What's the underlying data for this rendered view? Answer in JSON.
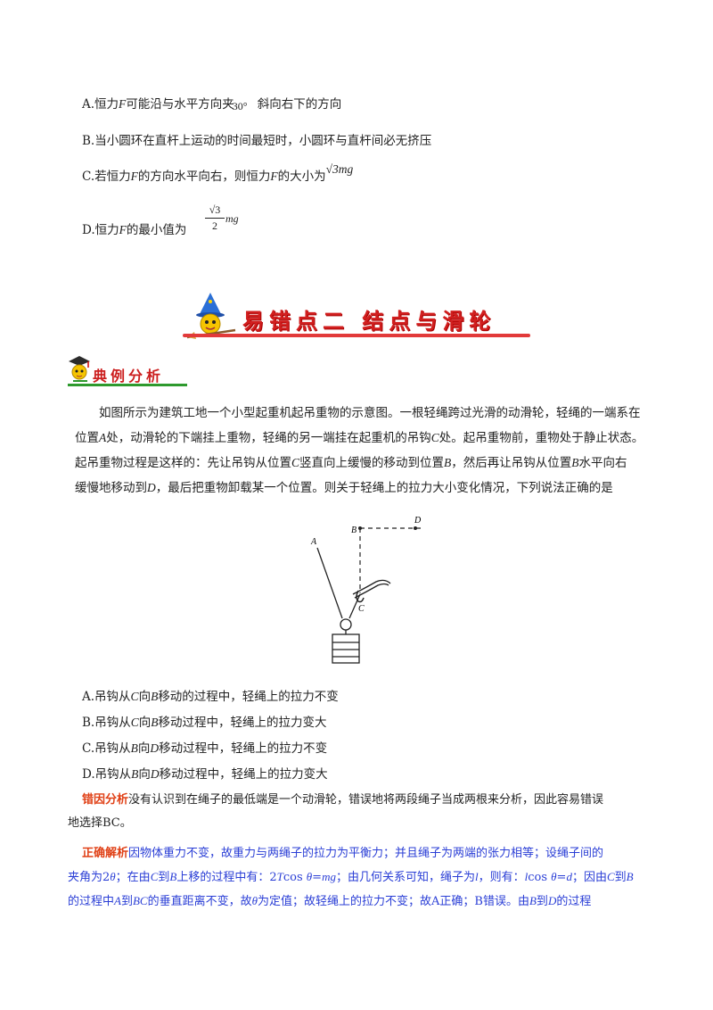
{
  "options_top": [
    {
      "letter": "A.",
      "before": "恒力",
      "var": "F",
      "after": "可能沿与水平方向夹",
      "sup": "30°",
      "after2": "斜向右下的方向"
    },
    {
      "letter": "B.",
      "text": "当小圆环在直杆上运动的时间最短时，小圆环与直杆间必无挤压"
    },
    {
      "letter": "C.",
      "before": "若恒力",
      "var": "F",
      "mid": "的方向水平向右，则恒力",
      "var2": "F",
      "after": "的大小为",
      "formula": "√3mg"
    },
    {
      "letter": "D.",
      "before": "恒力",
      "var": "F",
      "after": "的最小值为",
      "frac_num": "√3",
      "frac_den": "2",
      "frac_tail": "mg"
    }
  ],
  "section": {
    "title": "易错点二  结点与滑轮",
    "subtitle": "典例分析"
  },
  "problem": {
    "line1": "如图所示为建筑工地一个小型起重机起吊重物的示意图。一根轻绳跨过光滑的动滑轮，轻绳的一端系在",
    "line2a": "位置",
    "A": "A",
    "line2b": "处，动滑轮的下端挂上重物，轻绳的另一端挂在起重机的吊钩",
    "C": "C",
    "line2c": "处。起吊重物前，重物处于静止状态。",
    "line3a": "起吊重物过程是这样的：先让吊钩从位置",
    "line3b": "竖直向上缓慢的移动到位置",
    "B": "B",
    "line3c": "，然后再让吊钩从位置",
    "line3d": "水平向右",
    "line4a": "缓慢地移动到",
    "D": "D",
    "line4b": "，最后把重物卸载某一个位置。则关于轻绳上的拉力大小变化情况，下列说法正确的是"
  },
  "figure": {
    "labels": {
      "A": "A",
      "B": "B",
      "C": "C",
      "D": "D"
    }
  },
  "options_bottom": [
    {
      "letter": "A.",
      "p1": "吊钩从",
      "v1": "C",
      "p2": "向",
      "v2": "B",
      "p3": "移动的过程中，轻绳上的拉力不变"
    },
    {
      "letter": "B.",
      "p1": "吊钩从",
      "v1": "C",
      "p2": "向",
      "v2": "B",
      "p3": "移动过程中，轻绳上的拉力变大"
    },
    {
      "letter": "C.",
      "p1": "吊钩从",
      "v1": "B",
      "p2": "向",
      "v2": "D",
      "p3": "移动过程中，轻绳上的拉力不变"
    },
    {
      "letter": "D.",
      "p1": "吊钩从",
      "v1": "B",
      "p2": "向",
      "v2": "D",
      "p3": "移动过程中，轻绳上的拉力变大"
    }
  ],
  "error_analysis": {
    "label": "错因分析",
    "text1": "没有认识到在绳子的最低端是一个动滑轮，错误地将两段绳子当成两根来分析，因此容易错误",
    "text2": "地选择BC。"
  },
  "correct_analysis": {
    "label": "正确解析",
    "text1": "因物体重力不变，故重力与两绳子的拉力为平衡力；并且绳子为两端的张力相等；设绳子间的",
    "text2a": "夹角为2",
    "theta": "θ",
    "text2b": "；在由",
    "text2c": "到",
    "text2d": "上移的过程中有：2",
    "T": "T",
    "text2e": "cos ",
    "text2f": "=",
    "mg": "mg",
    "text2g": "；由几何关系可知，绳子为",
    "l": "l",
    "text2h": "，则有：",
    "text2i": "cos ",
    "text2j": "=",
    "d": "d",
    "text2k": "；因由",
    "text2l": "到",
    "text3a": "的过程中",
    "text3b": "到",
    "BC": "BC",
    "text3c": "的垂直距离不变，故",
    "text3d": "为定值；故轻绳上的拉力不变；故A正确；B错误。由",
    "text3e": "到",
    "text3f": "的过程"
  },
  "colors": {
    "red": "#d11f1f",
    "blue": "#2a3ed6",
    "orange": "#e04016",
    "green": "#2e9a2e"
  }
}
